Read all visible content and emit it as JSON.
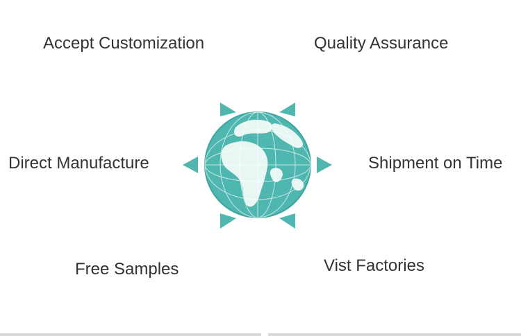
{
  "features": {
    "accept_customization": "Accept Customization",
    "quality_assurance": "Quality Assurance",
    "direct_manufacture": "Direct Manufacture",
    "shipment_on_time": "Shipment on Time",
    "free_samples": "Free Samples",
    "vist_factories": "Vist Factories"
  },
  "colors": {
    "accent": "#4fb7b0",
    "accent_dark": "#2f9c95",
    "text": "#333333"
  },
  "icons": {
    "center": "globe-icon",
    "pointers": "triangle-pointer-icon"
  }
}
